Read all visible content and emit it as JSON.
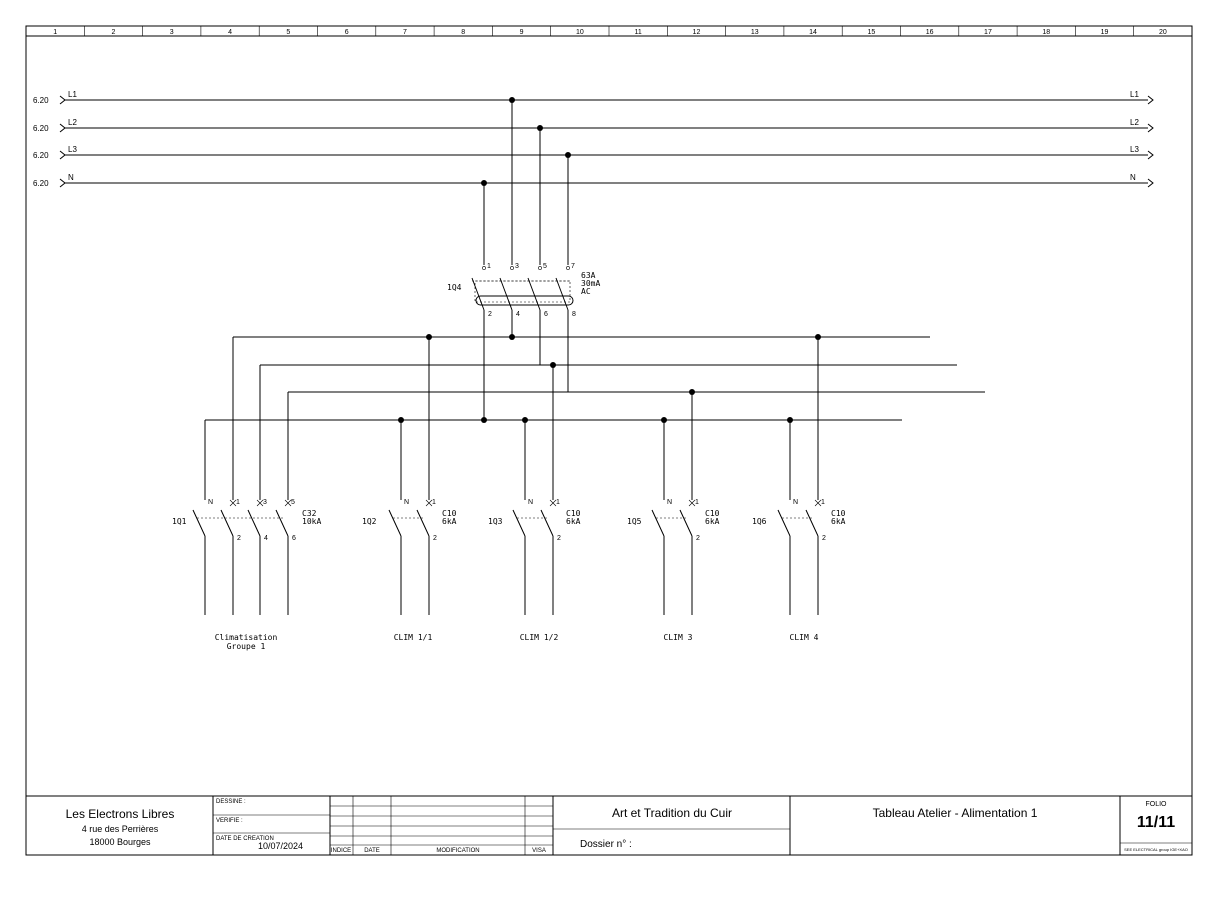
{
  "column_numbers": [
    "1",
    "2",
    "3",
    "4",
    "5",
    "6",
    "7",
    "8",
    "9",
    "10",
    "11",
    "12",
    "13",
    "14",
    "15",
    "16",
    "17",
    "18",
    "19",
    "20"
  ],
  "buses": [
    {
      "name": "L1",
      "ref": "6.20"
    },
    {
      "name": "L2",
      "ref": "6.20"
    },
    {
      "name": "L3",
      "ref": "6.20"
    },
    {
      "name": "N",
      "ref": "6.20"
    }
  ],
  "main_device": {
    "id": "1Q4",
    "top_pins": [
      "1",
      "3",
      "5",
      "7"
    ],
    "bottom_pins": [
      "2",
      "4",
      "6",
      "8"
    ],
    "rating": [
      "63A",
      "30mA",
      "AC"
    ]
  },
  "breakers": [
    {
      "id": "1Q1",
      "top_pins": [
        "N",
        "1",
        "3",
        "5"
      ],
      "bottom_pins": [
        "2",
        "4",
        "6"
      ],
      "rating": [
        "C32",
        "10kA"
      ],
      "label": [
        "Climatisation",
        "Groupe 1"
      ]
    },
    {
      "id": "1Q2",
      "top_pins": [
        "N",
        "1"
      ],
      "bottom_pins": [
        "2"
      ],
      "rating": [
        "C10",
        "6kA"
      ],
      "label": [
        "CLIM 1/1"
      ]
    },
    {
      "id": "1Q3",
      "top_pins": [
        "N",
        "1"
      ],
      "bottom_pins": [
        "2"
      ],
      "rating": [
        "C10",
        "6kA"
      ],
      "label": [
        "CLIM 1/2"
      ]
    },
    {
      "id": "1Q5",
      "top_pins": [
        "N",
        "1"
      ],
      "bottom_pins": [
        "2"
      ],
      "rating": [
        "C10",
        "6kA"
      ],
      "label": [
        "CLIM 3"
      ]
    },
    {
      "id": "1Q6",
      "top_pins": [
        "N",
        "1"
      ],
      "bottom_pins": [
        "2"
      ],
      "rating": [
        "C10",
        "6kA"
      ],
      "label": [
        "CLIM 4"
      ]
    }
  ],
  "title_block": {
    "company": "Les Electrons Libres",
    "address_1": "4 rue des Perrières",
    "address_2": "18000 Bourges",
    "drawn_label": "DESSINE :",
    "checked_label": "VERIFIE :",
    "created_label": "DATE DE CREATION",
    "created_date": "10/07/2024",
    "col_index": "INDICE",
    "col_date": "DATE",
    "col_modification": "MODIFICATION",
    "col_visa": "VISA",
    "client": "Art et Tradition du Cuir",
    "dossier": "Dossier n° :",
    "sheet_title": "Tableau Atelier - Alimentation 1",
    "folio_label": "FOLIO",
    "folio_value": "11/11",
    "software": "SEE ELECTRICAL group IGE+XAO"
  },
  "colors": {
    "ink": "#000000",
    "paper": "#ffffff"
  }
}
